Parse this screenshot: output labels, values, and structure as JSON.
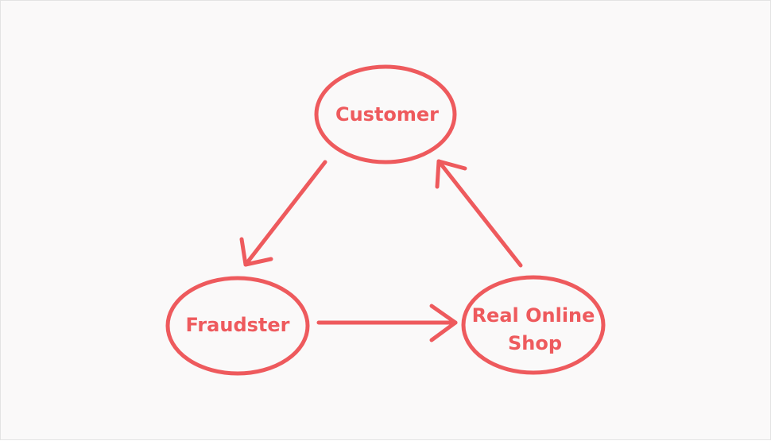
{
  "diagram": {
    "accent_color": "#ee5a5d",
    "background_color": "#faf9f9",
    "nodes": {
      "customer": {
        "label": "Customer"
      },
      "fraudster": {
        "label": "Fraudster"
      },
      "shop": {
        "label_line1": "Real Online",
        "label_line2": "Shop"
      }
    },
    "edges": [
      {
        "from": "Customer",
        "to": "Fraudster"
      },
      {
        "from": "Fraudster",
        "to": "Real Online Shop"
      },
      {
        "from": "Real Online Shop",
        "to": "Customer"
      }
    ]
  }
}
